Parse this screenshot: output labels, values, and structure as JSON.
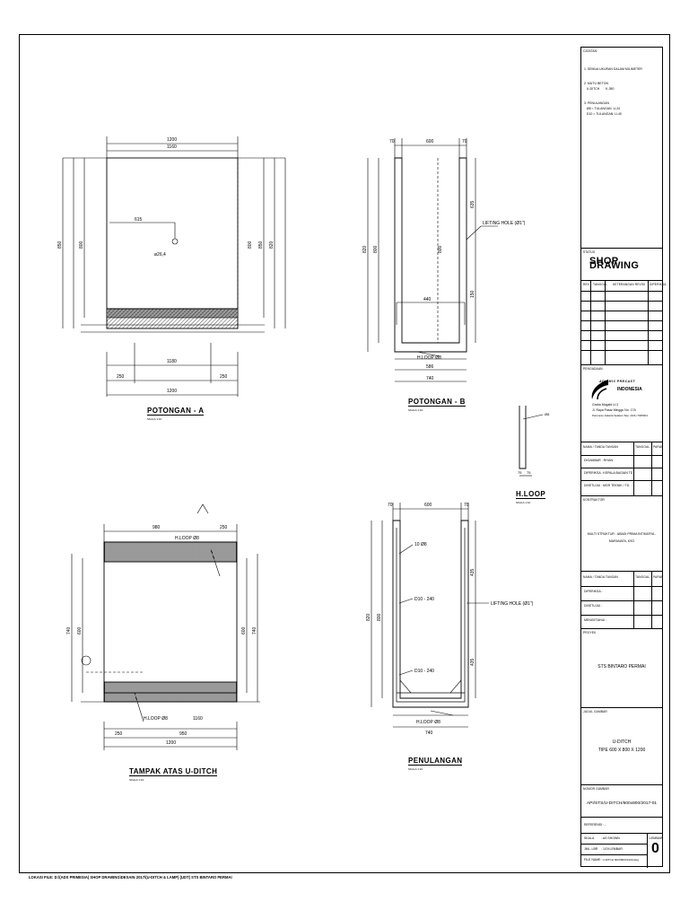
{
  "footer": "LOKASI FILE: D:\\(ADS PRIMESIA) SHOP DRAWING\\DESAIN 2017\\(U-DITCH & LAMP) (UDT) STS BINTARO PERMAI",
  "views": {
    "potongan_a": {
      "title": "POTONGAN - A",
      "scale": "SKALA 1:10"
    },
    "potongan_b": {
      "title": "POTONGAN - B",
      "scale": "SKALA 1:10"
    },
    "tampak_atas": {
      "title": "TAMPAK ATAS U-DITCH",
      "scale": "SKALA 1:10"
    },
    "penulangan": {
      "title": "PENULANGAN",
      "scale": "SKALA 1:10"
    },
    "hloop": {
      "title": "H.LOOP",
      "scale": "SKALA 1:10"
    }
  },
  "dims": {
    "a_top_1200": "1200",
    "a_top_1160": "1160",
    "a_615": "615",
    "a_hole": "ø26,4",
    "a_left_850": "850",
    "a_left_800": "800",
    "a_right_800": "800",
    "a_right_850": "850",
    "a_right_820": "820",
    "a_bot_250_l": "250",
    "a_bot_1180": "1180",
    "a_bot_250_r": "250",
    "a_bot_1200": "1200",
    "b_top_600": "600",
    "b_top_70_l": "70",
    "b_top_70_r": "70",
    "b_635": "635",
    "b_150": "150",
    "b_left_820": "820",
    "b_left_800": "800",
    "b_right_800": "800",
    "b_440": "440",
    "b_lifting": "LIFTING HOLE (Ø1\")",
    "b_hloop": "H.LOOP Ø8",
    "b_586": "586",
    "b_740": "740",
    "c_980": "980",
    "c_250": "250",
    "c_hloop_top": "H.LOOP Ø8",
    "c_hloop_bot": "H.LOOP Ø8",
    "c_left_740": "740",
    "c_left_600": "600",
    "c_right_600": "600",
    "c_right_740": "740",
    "c_bot_250": "250",
    "c_bot_950": "950",
    "c_bot_1160": "1160",
    "c_bot_1200": "1200",
    "p_600": "600",
    "p_70_l": "70",
    "p_70_r": "70",
    "p_10_48": "10 Ø8",
    "p_d10_240_a": "D10 - 240",
    "p_d10_240_b": "D10 - 240",
    "p_lifting": "LIFTING HOLE (Ø1\")",
    "p_435_a": "435",
    "p_435_b": "435",
    "p_820": "820",
    "p_800": "800",
    "p_hloop": "H.LOOP Ø8",
    "p_740": "740",
    "h_8": "Ø8",
    "h_dim_a": "75",
    "h_dim_b": "75"
  },
  "title_block": {
    "catatan_label": "CATATAN:",
    "notes": [
      "1. SEMUA UKURAN DALAM MILIMETER",
      "2. MUTU BETON",
      "   U-DITCH       K-350",
      "3. PENULANGAN",
      "   Ø8 = TULANGAN  U-24",
      "   D10 = TULANGAN  U-40"
    ],
    "status_label": "STATUS",
    "status": "SHOP DRAWING",
    "rev_headers": [
      "REV",
      "TANGGAL",
      "KETERANGAN REVISI",
      "DIPERIKSA"
    ],
    "supplier_label": "PENGADAAN",
    "logo_name": "ADHIMIX PRECAST",
    "logo_country": "INDONESIA",
    "company_lines": [
      "Graha Mugabi Lt.3",
      "Jl. Raya Pasar Minggu No. 17A",
      "Pancoran Jakarta Selatan Telp. (021) 7945001"
    ],
    "approval_headers": [
      "NAMA / TANDA TANGAN",
      "TANGGAL",
      "PARAF"
    ],
    "approval_rows": [
      "DIGAMBAR : RIYAN",
      "DIPERIKSA : KEPALA BAGIAN TD",
      "DISETUJUI : MGR TEKNIK / TD"
    ],
    "kontraktor_label": "KONTRAKTOR",
    "kontraktor": [
      "MULTI STRUKTUR - ABADI PRIMA INTIKARYA -",
      "MARANATA, KSO"
    ],
    "approval2_headers": [
      "NAMA / TANDA TANGAN",
      "TANGGAL",
      "PARAF"
    ],
    "approval2_rows": [
      "DIPERIKSA :",
      "DISETUJUI :",
      "MENGETAHUI :"
    ],
    "proyek_label": "PROYEK",
    "proyek": "STS BINTARO PERMAI",
    "judul_label": "JUDUL GAMBAR",
    "judul": [
      "U-DITCH",
      "TIPE 600 X 800 X 1200"
    ],
    "nomor_label": "NOMOR GAMBAR",
    "nomor": "API/STS/U-DITCH/600x800/2017-01",
    "ref_label": "REFERENSI :",
    "ref_value": "-",
    "skala_label": "SKALA",
    "skala_value": ": AS SHOWN",
    "lembar_label": "LEMBAR",
    "jml_label": "JML. LBR",
    "jml_value": ": 1/Of LEMBAR",
    "file_label": "FILE NAME",
    "file_value": ": U-DITCH 600X800X1200.dwg",
    "sheet_no": "0"
  }
}
